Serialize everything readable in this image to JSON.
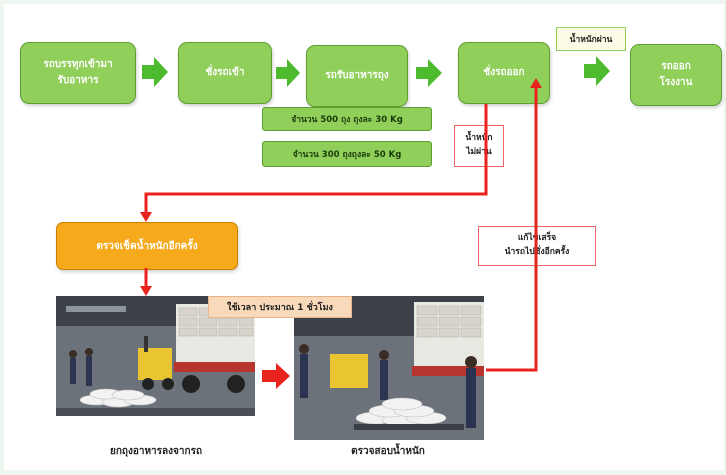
{
  "steps": [
    {
      "label": "รถบรรทุกเข้ามา\nรับอาหาร"
    },
    {
      "label": "ชั่งรถเข้า"
    },
    {
      "label": "รถรับอาหารถุง"
    },
    {
      "label": "ชั่งรถออก"
    },
    {
      "label": "รถออก\nโรงงาน"
    }
  ],
  "quantities": [
    "จำนวน 500 ถุง ถุงละ 30 Kg",
    "จำนวน 300 ถุงถุงละ 50 Kg"
  ],
  "weight_pass": "น้ำหนักผ่าน",
  "weight_fail": "น้ำหนัก\nไม่ผ่าน",
  "recheck": "ตรวจเช็คน้ำหนักอีกครั้ง",
  "time_note": "ใช้เวลา ประมาณ 1 ชั่วโมง",
  "fix_note": "แก้ไขเสร็จ\nนำรถไปชั่งอีกครั้ง",
  "photo_captions": [
    "ยกถุงอาหารลงจากรถ",
    "ตรวจสอบน้ำหนัก"
  ],
  "colors": {
    "green": "#8fcf5a",
    "orange": "#f6a91a",
    "red": "#e8231c"
  }
}
